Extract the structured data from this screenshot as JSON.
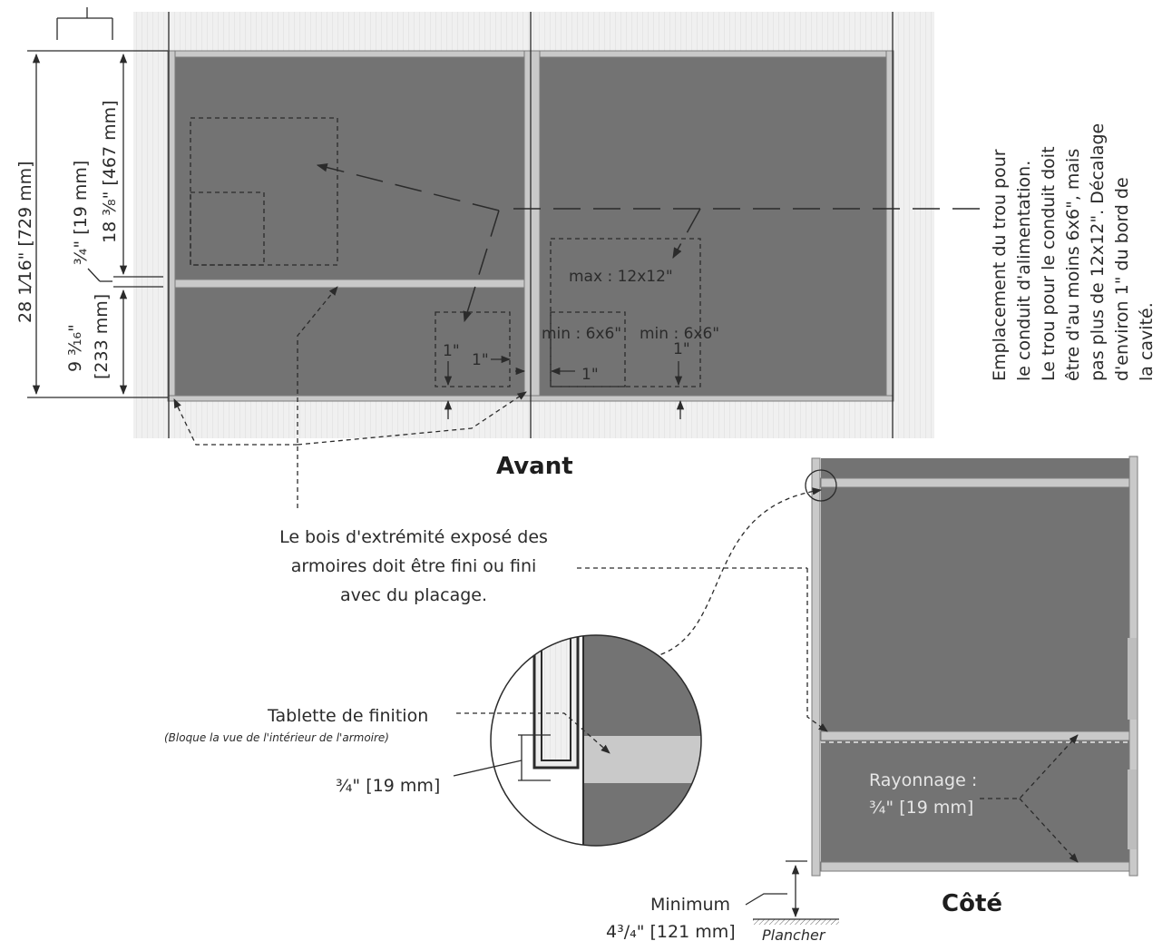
{
  "labels": {
    "front_title": "Avant",
    "side_title": "Côté",
    "note_end_wood": [
      "Le bois d'extrémité exposé des",
      "armoires doit être fini ou fini",
      "avec du placage."
    ],
    "note_conduit": [
      "Emplacement du trou pour",
      "le conduit d'alimentation.",
      "Le trou pour le conduit doit",
      "être d'au moins 6x6\", mais",
      "pas plus de 12x12\". Décalage",
      "d'environ 1\" du bord de",
      "la cavité."
    ],
    "max_hole": "max : 12x12\"",
    "min_hole_left": "min : 6x6\"",
    "min_hole_right": "min : 6x6\"",
    "offset_1in": "1\"",
    "finish_shelf": "Tablette de finition",
    "finish_shelf_note": "(Bloque la vue de l'intérieur de l'armoire)",
    "finish_shelf_dim": "¾\" [19 mm]",
    "shelving_label": "Rayonnage :",
    "shelving_dim": "¾\" [19 mm]",
    "minimum_label": "Minimum",
    "minimum_dim": "4³/₄\" [121 mm]",
    "floor_label": "Plancher"
  },
  "dimensions": {
    "total_height": "28 1⁄16\" [729 mm]",
    "upper_cavity": "18 ³⁄₈\" [467 mm]",
    "shelf_thickness": "¾\" [19 mm]",
    "lower_cavity_imperial": "9 ³⁄₁₆\"",
    "lower_cavity_metric": "[233 mm]"
  },
  "colors": {
    "cabinet_interior": "#737373",
    "panel_edge": "#c9c9c9",
    "wood_grain": "#ececec",
    "line": "#2b2b2b"
  }
}
